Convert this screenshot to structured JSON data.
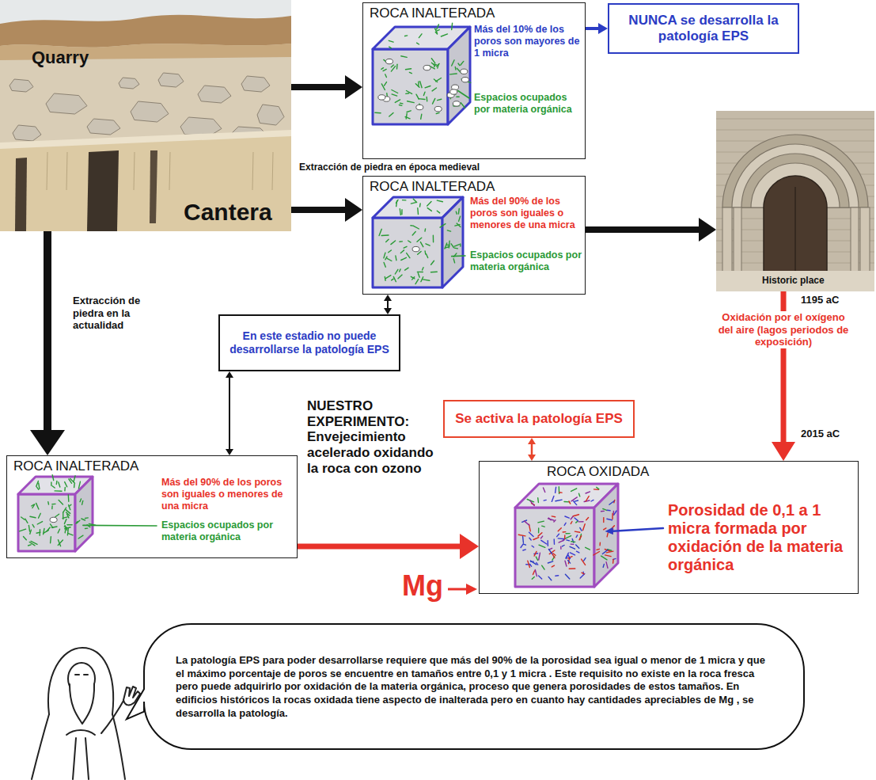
{
  "diagram": {
    "nodes": [
      {
        "text": [
          "Quarry",
          "Cantera"
        ]
      },
      {
        "text": [
          "ROCA INALTERADA",
          "Más del 10% de los poros son mayores de 1 micra",
          "Espacios ocupados por materia orgánica"
        ]
      },
      {
        "text": [
          "NUNCA se desarrolla la patología EPS"
        ]
      },
      {
        "text": [
          "ROCA INALTERADA",
          "Más del 90% de los poros son iguales o menores de una micra",
          "Espacios ocupados por materia orgánica"
        ]
      },
      {
        "text": [
          "Historic place"
        ]
      },
      {
        "text": [
          "En este estadio no puede desarrollarse la patología EPS"
        ]
      },
      {
        "text": [
          "ROCA INALTERADA",
          "Más del 90% de los poros son iguales o menores de una micra",
          "Espacios ocupados por materia orgánica"
        ]
      },
      {
        "text": [
          "Se activa la patología EPS"
        ]
      },
      {
        "text": [
          "ROCA OXIDADA",
          "Porosidad de 0,1 a 1 micra formada por oxidación de la materia orgánica"
        ]
      },
      {
        "text": [
          "La patología EPS para poder desarrollarse requiere que más del 90% de la porosidad sea igual o menor de 1 micra y que el máximo porcentaje de poros se encuentre en tamaños entre 0,1 y 1 micra . Este requisito no existe en la roca fresca pero puede adquirirlo por oxidación de la materia orgánica, proceso que genera porosidades de estos tamaños. En edificios históricos la rocas oxidada tiene aspecto de inalterada pero en cuanto hay cantidades apreciables de Mg , se desarrolla la patología."
        ]
      }
    ],
    "edges": [
      {
        "from": 0,
        "to": 1,
        "arrow": "to"
      },
      {
        "from": 1,
        "to": 2,
        "arrow": "to"
      },
      {
        "from": 0,
        "to": 3,
        "arrow": "to"
      },
      {
        "from": 3,
        "to": 4,
        "arrow": "to"
      },
      {
        "from": 4,
        "to": 8,
        "arrow": "to",
        "label": "Oxidación por el oxígeno del aire (lagos periodos de exposición)"
      },
      {
        "from": 5,
        "to": 3,
        "arrow": "both"
      },
      {
        "from": 5,
        "to": 6,
        "arrow": "both"
      },
      {
        "from": 0,
        "to": 6,
        "arrow": "to"
      },
      {
        "from": 6,
        "to": 8,
        "arrow": "to"
      },
      {
        "from": 7,
        "to": 8,
        "arrow": "both"
      }
    ],
    "labels": [
      "Extracción de piedra en época medieval",
      "Extracción de piedra en la actualidad",
      "1195 aC",
      "2015 aC",
      "NUESTRO EXPERIMENTO: Envejecimiento acelerado oxidando la roca con ozono",
      "Mg"
    ]
  }
}
